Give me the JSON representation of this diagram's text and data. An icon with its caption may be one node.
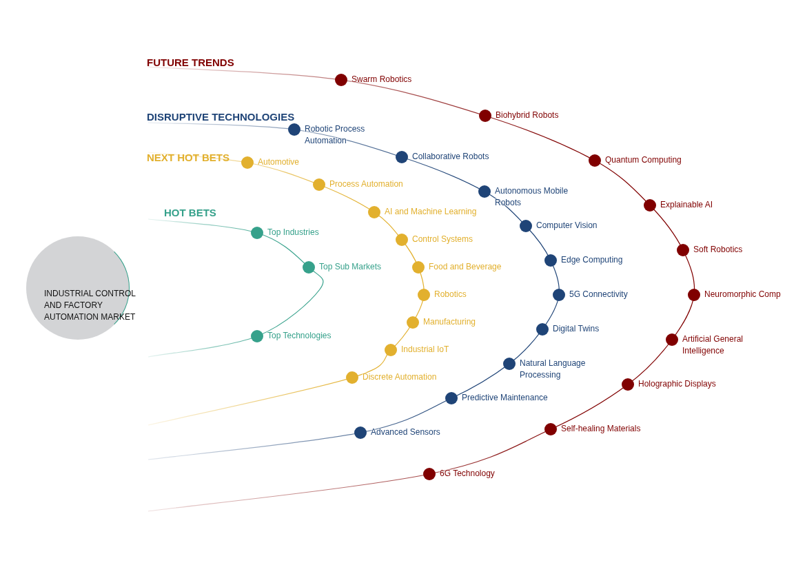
{
  "diagram": {
    "nodes": [
      {
        "text": [
          "INDUSTRIAL CONTROL AND FACTORY AUTOMATION MARKET"
        ]
      },
      {
        "text": [],
        "shape": "circle",
        "beside": [
          "Swarm Robotics"
        ]
      },
      {
        "text": [],
        "shape": "circle",
        "beside": [
          "Biohybrid Robots"
        ]
      },
      {
        "text": [],
        "shape": "circle",
        "beside": [
          "Quantum Computing"
        ]
      },
      {
        "text": [],
        "shape": "circle",
        "beside": [
          "Explainable AI"
        ]
      },
      {
        "text": [],
        "shape": "circle",
        "beside": [
          "Soft Robotics"
        ]
      },
      {
        "text": [],
        "shape": "circle",
        "beside": [
          "Neuromorphic Comp"
        ]
      },
      {
        "text": [],
        "shape": "circle",
        "beside": [
          "Artificial General Intelligence"
        ]
      },
      {
        "text": [],
        "shape": "circle",
        "beside": [
          "Holographic Displays"
        ]
      },
      {
        "text": [],
        "shape": "circle",
        "beside": [
          "Self-healing Materials"
        ]
      },
      {
        "text": [],
        "shape": "circle",
        "beside": [
          "6G Technology"
        ]
      },
      {
        "text": [],
        "shape": "circle",
        "beside": [
          "Robotic Process Automation"
        ]
      },
      {
        "text": [],
        "shape": "circle",
        "beside": [
          "Collaborative Robots"
        ]
      },
      {
        "text": [],
        "shape": "circle",
        "beside": [
          "Autonomous Mobile Robots"
        ]
      },
      {
        "text": [],
        "shape": "circle",
        "beside": [
          "Computer Vision"
        ]
      },
      {
        "text": [],
        "shape": "circle",
        "beside": [
          "Edge Computing"
        ]
      },
      {
        "text": [],
        "shape": "circle",
        "beside": [
          "5G Connectivity"
        ]
      },
      {
        "text": [],
        "shape": "circle",
        "beside": [
          "Digital Twins"
        ]
      },
      {
        "text": [],
        "shape": "circle",
        "beside": [
          "Natural Language Processing"
        ]
      },
      {
        "text": [],
        "shape": "circle",
        "beside": [
          "Predictive Maintenance"
        ]
      },
      {
        "text": [],
        "shape": "circle",
        "beside": [
          "Advanced Sensors"
        ]
      },
      {
        "text": [],
        "shape": "circle",
        "beside": [
          "Automotive"
        ]
      },
      {
        "text": [],
        "shape": "circle",
        "beside": [
          "Process Automation"
        ]
      },
      {
        "text": [],
        "shape": "circle",
        "beside": [
          "AI and Machine Learning"
        ]
      },
      {
        "text": [],
        "shape": "circle",
        "beside": [
          "Control Systems"
        ]
      },
      {
        "text": [],
        "shape": "circle",
        "beside": [
          "Food and Beverage"
        ]
      },
      {
        "text": [],
        "shape": "circle",
        "beside": [
          "Robotics"
        ]
      },
      {
        "text": [],
        "shape": "circle",
        "beside": [
          "Manufacturing"
        ]
      },
      {
        "text": [],
        "shape": "circle",
        "beside": [
          "Industrial IoT"
        ]
      },
      {
        "text": [],
        "shape": "circle",
        "beside": [
          "Discrete Automation"
        ]
      },
      {
        "text": [],
        "shape": "circle",
        "beside": [
          "Top Industries"
        ]
      },
      {
        "text": [],
        "shape": "circle",
        "beside": [
          "Top Sub Markets"
        ]
      },
      {
        "text": [],
        "shape": "circle",
        "beside": [
          "Top Technologies"
        ]
      }
    ],
    "labels": [
      "FUTURE TRENDS",
      "DISRUPTIVE TECHNOLOGIES",
      "NEXT HOT BETS",
      "HOT BETS"
    ]
  }
}
